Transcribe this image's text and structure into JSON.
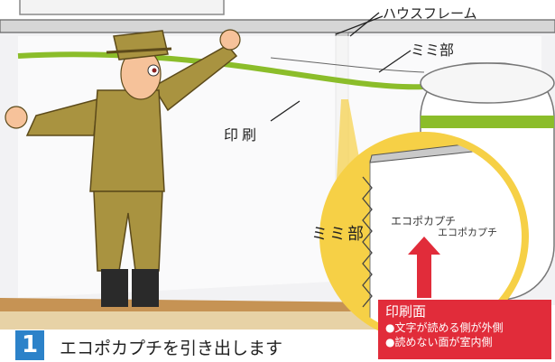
{
  "labels": {
    "house_frame": "ハウスフレーム",
    "mimi_top": "ミミ部",
    "printing": "印刷",
    "mimi_zoom": "ミミ部",
    "brand_1": "エコポカプチ",
    "brand_2": "エコポカプチ"
  },
  "print_note": {
    "title": "印刷面",
    "line1": "●文字が読める側が外側",
    "line2": "●読めない面が室内側"
  },
  "step": {
    "number": "1",
    "caption": "エコポカプチを引き出します"
  },
  "colors": {
    "green_stripe": "#8bbd2a",
    "note_red": "#e12c3a",
    "step_blue": "#2c82c9",
    "zoom_yellow": "#f6d046",
    "worker_khaki": "#a99340"
  }
}
